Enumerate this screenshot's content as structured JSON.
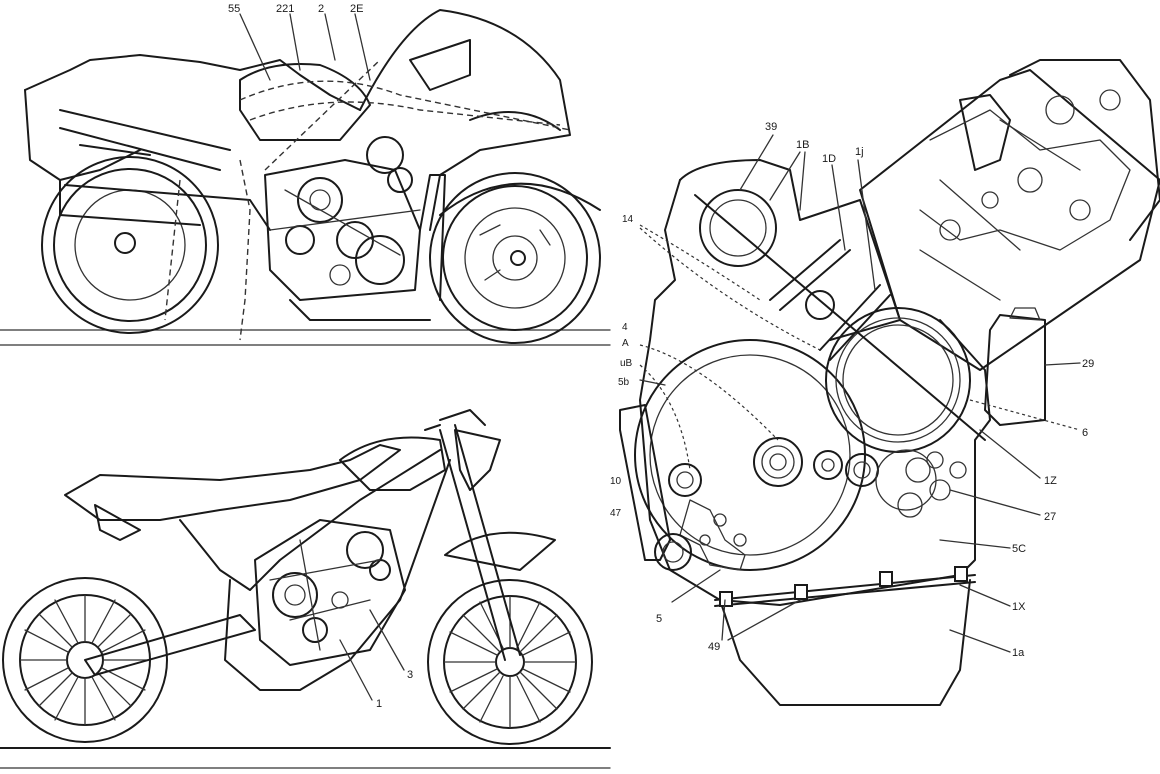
{
  "figure": {
    "top_bike_labels": [
      "55",
      "221",
      "2",
      "2E"
    ],
    "bottom_bike_labels": [
      "3",
      "1"
    ],
    "engine_labels": {
      "l39": "39",
      "l1B": "1B",
      "l1D": "1D",
      "l1j": "1j",
      "l14": "14",
      "l4": "4",
      "lA": "A",
      "luB": "uB",
      "l5b": "5b",
      "l10": "10",
      "l47": "47",
      "l29": "29",
      "l6": "6",
      "l1Z": "1Z",
      "l27": "27",
      "l5C": "5C",
      "l1X": "1X",
      "l1a": "1a",
      "l5": "5",
      "l49": "49"
    }
  }
}
